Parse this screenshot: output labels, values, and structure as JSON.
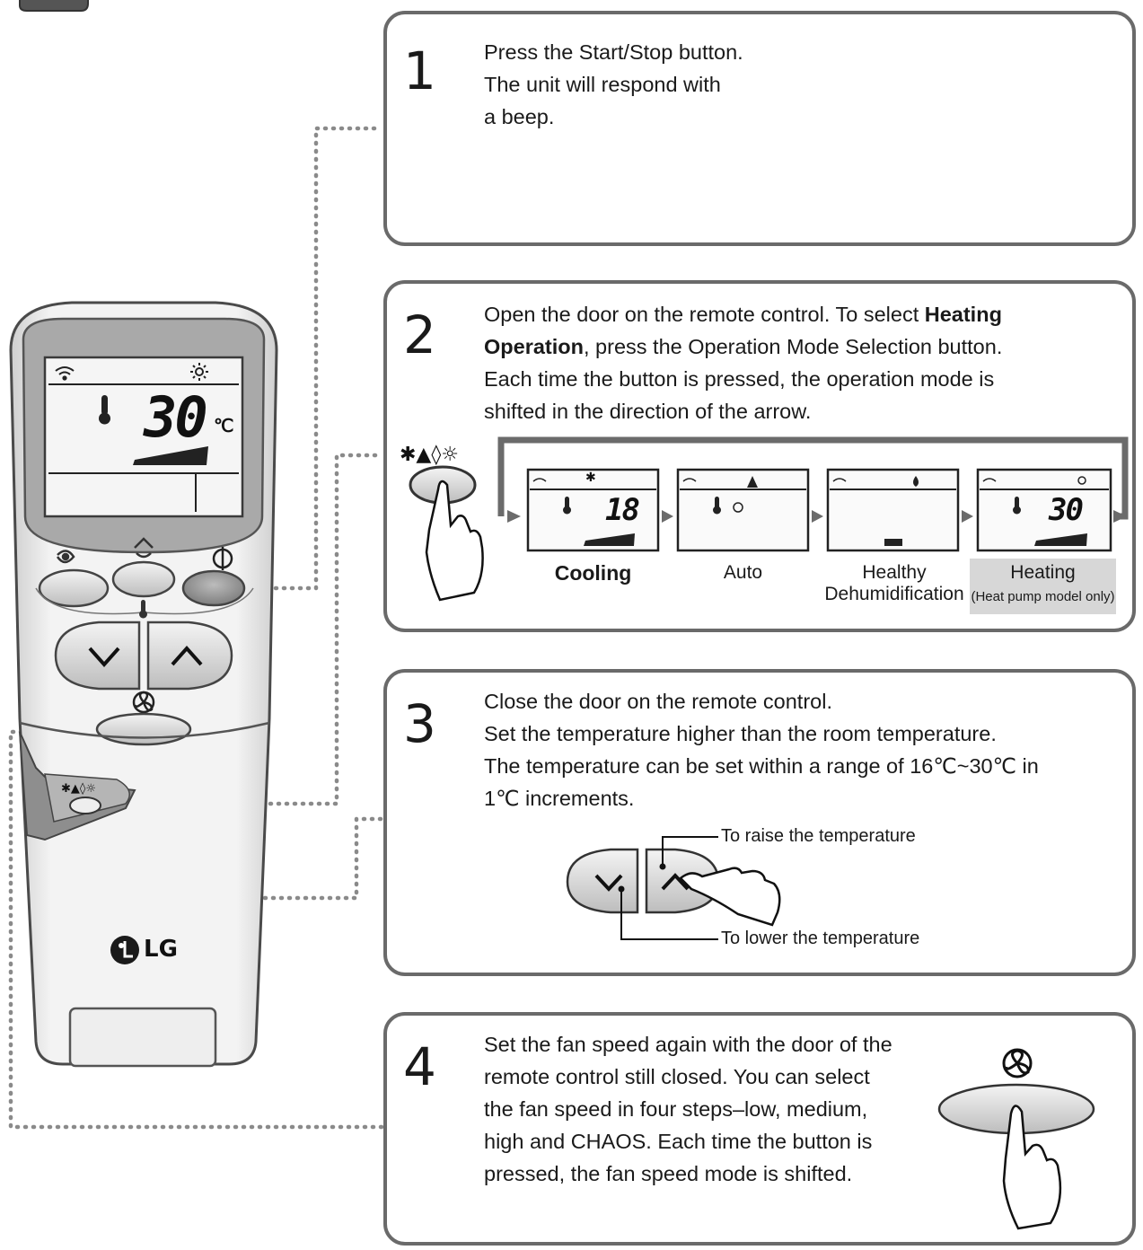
{
  "steps": [
    {
      "number": "1",
      "lines": [
        "Press the Start/Stop button.",
        "The unit will respond with",
        "a beep."
      ]
    },
    {
      "number": "2",
      "lines_pre": "Open the door on the remote control. To select ",
      "bold1": "Heating",
      "bold2": "Operation",
      "lines_post": ", press the Operation Mode Selection button.",
      "line3": "Each time the button is pressed, the operation mode is",
      "line4": "shifted in the direction of the arrow."
    },
    {
      "number": "3",
      "lines": [
        "Close the door on the remote control.",
        "Set the temperature higher than the room temperature.",
        "The temperature can be set within a range of 16℃~30℃ in",
        "1℃ increments."
      ]
    },
    {
      "number": "4",
      "lines": [
        "Set the fan speed again with the door of the",
        "remote control still closed. You can select",
        "the fan speed in four steps–low, medium,",
        "high and CHAOS. Each time the button is",
        "pressed, the fan speed mode is shifted."
      ]
    }
  ],
  "modes": {
    "cooling": "Cooling",
    "auto": "Auto",
    "healthy_line1": "Healthy",
    "healthy_line2": "Dehumidification",
    "heating": "Heating",
    "heating_note": "(Heat pump model only)",
    "cooling_temp": "18",
    "heating_temp": "30"
  },
  "temperature_callouts": {
    "raise": "To raise the temperature",
    "lower": "To lower the temperature"
  },
  "remote": {
    "display_temp": "30",
    "unit": "℃",
    "brand": "LG"
  },
  "colors": {
    "frame": "#6a6a6a",
    "dots": "#8a8a8a",
    "heating_highlight": "#d7d7d7"
  }
}
